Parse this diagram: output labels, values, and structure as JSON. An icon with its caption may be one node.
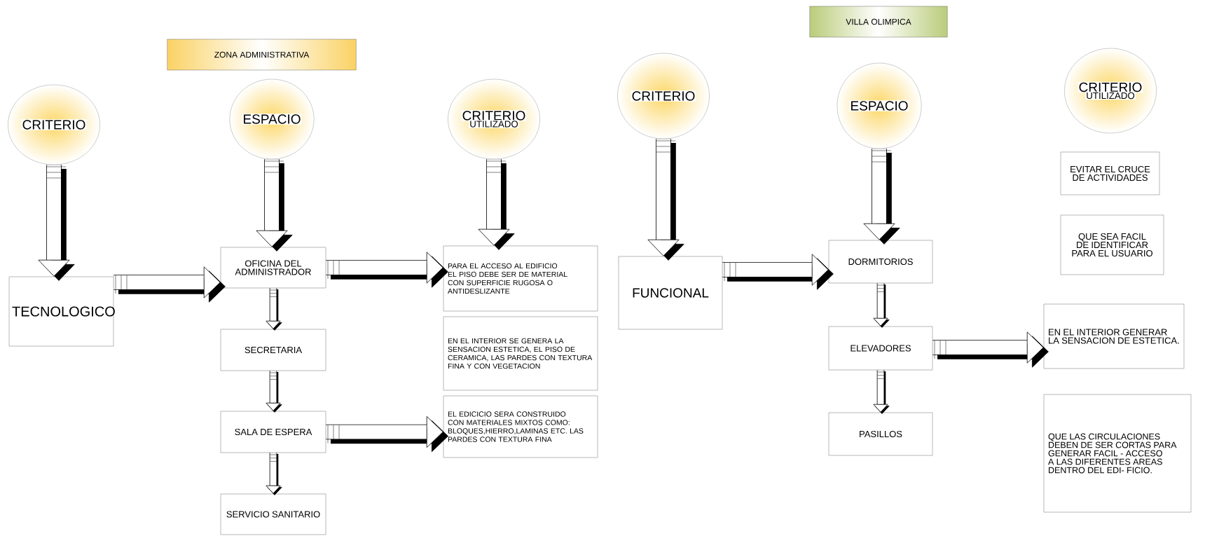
{
  "diagram": {
    "nodes": [
      {
        "text": [
          "CRITERIO"
        ]
      },
      {
        "text": [
          "TECNOLOGICO"
        ]
      },
      {
        "text": [
          "ZONA ADMINISTRATIVA"
        ]
      },
      {
        "text": [
          "ESPACIO"
        ]
      },
      {
        "text": [
          "OFICINA DEL ADMINISTRADOR"
        ]
      },
      {
        "text": [
          "SECRETARIA"
        ]
      },
      {
        "text": [
          "SALA DE ESPERA"
        ]
      },
      {
        "text": [
          "SERVICIO SANITARIO"
        ]
      },
      {
        "text": [
          "CRITERIO",
          "UTILIZADO"
        ]
      },
      {
        "text": [
          "PARA EL ACCESO AL EDIFICIO EL PISO DEBE SER DE MATERIAL CON SUPERFICIE RUGOSA O ANTIDESLIZANTE"
        ]
      },
      {
        "text": [
          "EN EL INTERIOR SE GENERA LA SENSACION ESTETICA, EL PISO DE CERAMICA, LAS PARDES CON TEXTURA FINA Y CON VEGETACION"
        ]
      },
      {
        "text": [
          "EL EDICICIO SERA CONSTRUIDO CON MATERIALES MIXTOS COMO: BLOQUES,HIERRO,LAMINAS ETC. LAS PARDES CON TEXTURA FINA"
        ]
      },
      {
        "text": [
          "CRITERIO"
        ]
      },
      {
        "text": [
          "FUNCIONAL"
        ]
      },
      {
        "text": [
          "VILLA OLIMPICA"
        ]
      },
      {
        "text": [
          "ESPACIO"
        ]
      },
      {
        "text": [
          "DORMITORIOS"
        ]
      },
      {
        "text": [
          "ELEVADORES"
        ]
      },
      {
        "text": [
          "PASILLOS"
        ]
      },
      {
        "text": [
          "CRITERIO",
          "UTILIZADO"
        ]
      },
      {
        "text": [
          "EVITAR EL CRUCE DE ACTIVIDADES"
        ]
      },
      {
        "text": [
          "QUE SEA FACIL DE IDENTIFICAR PARA EL USUARIO"
        ]
      },
      {
        "text": [
          "EN EL INTERIOR GENERAR LA SENSACION DE ESTETICA."
        ]
      },
      {
        "text": [
          "QUE LAS CIRCULACIONES DEBEN DE SER CORTAS PARA GENERAR FACIL - ACCESO A LAS DIFERENTES AREAS DENTRO DEL EDI- FICIO."
        ]
      }
    ],
    "edges": [
      {
        "from": 0,
        "to": 1,
        "arrow": "to"
      },
      {
        "from": 1,
        "to": 4,
        "arrow": "to"
      },
      {
        "from": 3,
        "to": 4,
        "arrow": "to"
      },
      {
        "from": 4,
        "to": 5,
        "arrow": "to"
      },
      {
        "from": 5,
        "to": 6,
        "arrow": "to"
      },
      {
        "from": 6,
        "to": 7,
        "arrow": "to"
      },
      {
        "from": 4,
        "to": 9,
        "arrow": "to"
      },
      {
        "from": 6,
        "to": 11,
        "arrow": "to"
      },
      {
        "from": 8,
        "to": 9,
        "arrow": "to"
      },
      {
        "from": 12,
        "to": 13,
        "arrow": "to"
      },
      {
        "from": 13,
        "to": 16,
        "arrow": "to"
      },
      {
        "from": 15,
        "to": 16,
        "arrow": "to"
      },
      {
        "from": 16,
        "to": 17,
        "arrow": "to"
      },
      {
        "from": 17,
        "to": 18,
        "arrow": "to"
      },
      {
        "from": 17,
        "to": 22,
        "arrow": "to"
      }
    ]
  }
}
